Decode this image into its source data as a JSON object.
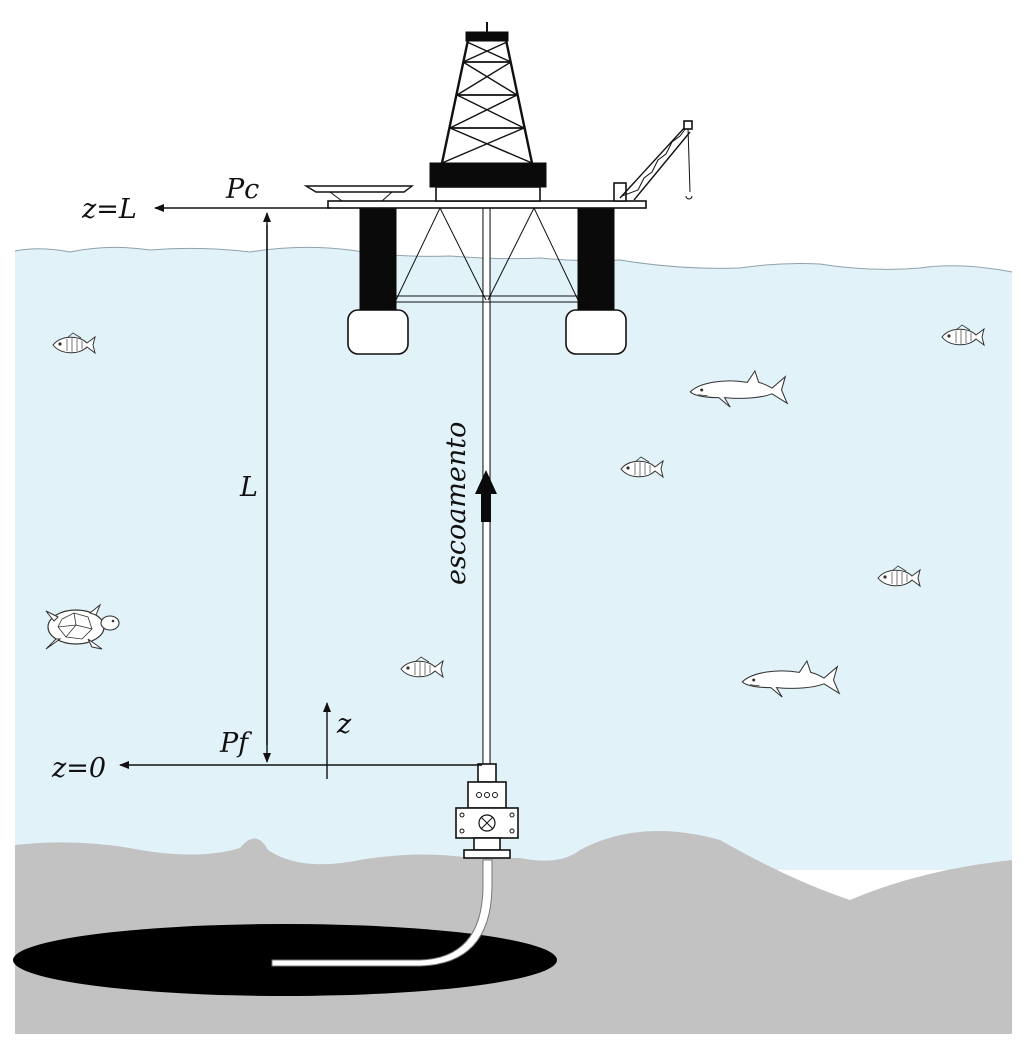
{
  "labels": {
    "top_level": "z=L",
    "top_pressure": "Pc",
    "length": "L",
    "flow": "escoamento",
    "axis": "z",
    "bottom_level": "z=0",
    "bottom_pressure": "Pf"
  },
  "colors": {
    "water": "#e1f2f8",
    "seabed": "#c2c2c2",
    "reservoir": "#000000",
    "lines": "#111111"
  },
  "icons": [
    "oil-platform-icon",
    "derrick-icon",
    "crane-icon",
    "wellhead-icon",
    "fish-icon",
    "shark-icon",
    "turtle-icon"
  ]
}
